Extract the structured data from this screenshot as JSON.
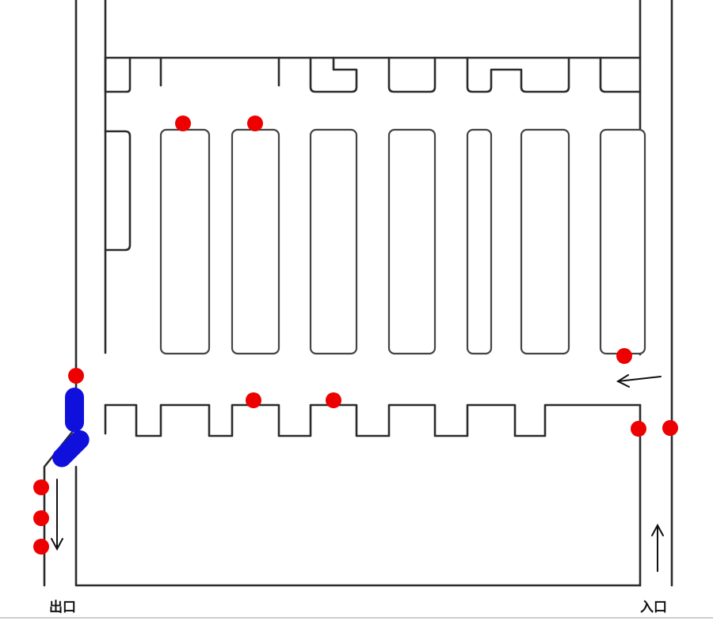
{
  "labels": {
    "exit": "出口",
    "entrance": "入口"
  },
  "colors": {
    "wall": "#2b2b2b",
    "marker": "#ee0000",
    "barrier": "#1010dd",
    "background": "#ffffff"
  },
  "legend_semantics": {
    "red_dot": "marker",
    "blue_bar": "barrier",
    "arrow": "direction"
  }
}
